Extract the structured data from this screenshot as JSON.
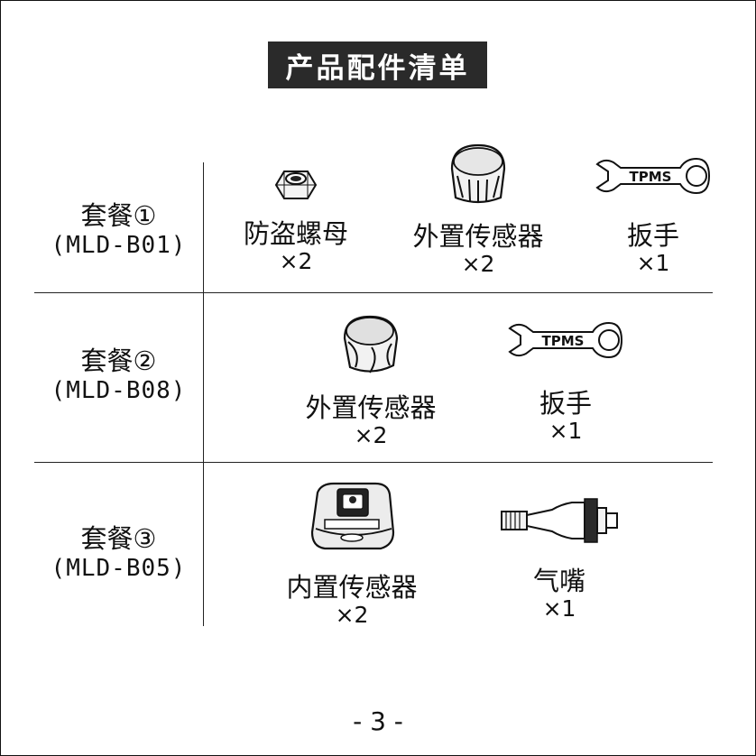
{
  "title": "产品配件清单",
  "packages": [
    {
      "name": "套餐①",
      "model": "(MLD-B01)",
      "items": [
        {
          "name": "防盗螺母",
          "qty": "×2",
          "icon": "nut-icon"
        },
        {
          "name": "外置传感器",
          "qty": "×2",
          "icon": "external-sensor-icon"
        },
        {
          "name": "扳手",
          "qty": "×1",
          "icon": "wrench-icon",
          "icon_text": "TPMS"
        }
      ]
    },
    {
      "name": "套餐②",
      "model": "(MLD-B08)",
      "items": [
        {
          "name": "外置传感器",
          "qty": "×2",
          "icon": "external-sensor-icon"
        },
        {
          "name": "扳手",
          "qty": "×1",
          "icon": "wrench-icon",
          "icon_text": "TPMS"
        }
      ]
    },
    {
      "name": "套餐③",
      "model": "(MLD-B05)",
      "items": [
        {
          "name": "内置传感器",
          "qty": "×2",
          "icon": "internal-sensor-icon"
        },
        {
          "name": "气嘴",
          "qty": "×1",
          "icon": "valve-stem-icon"
        }
      ]
    }
  ],
  "page_number": "- 3 -"
}
